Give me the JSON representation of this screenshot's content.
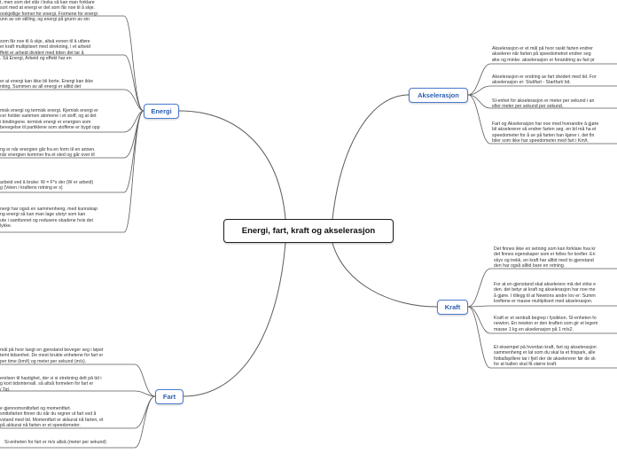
{
  "center": {
    "label": "Energi, fart, kraft og akselerasjon"
  },
  "topics": {
    "energi": {
      "label": "Energi",
      "notes": [
        [
          "t, men som det står i boka så kan man forklare",
          "sort med at energi er det som får noe til å skje.",
          "orskjellige former for energi. Formene for energi",
          "unn av sin stilling, og energi på grunn av sin"
        ],
        [
          "som får noe til å skje, altså evnen til å utføre",
          "er kraft multiplisert med strekning, i et arbeid",
          "ffekt er arbeid dividert med tiden det tar å",
          ". Så Energi, Arbeid og effekt har en"
        ],
        [
          "er at energi kan ikke bli borte. Energi kan ikke",
          "nting. Summen av all energi er alltid det"
        ],
        [
          "misk energi og termisk energi. Kjemisk energi er",
          "cer holder sammen atomene i et stoff, og at det",
          "i bindingene. termisk energi er energien som",
          "bevegelse til partiklene som stoffene er bygd opp"
        ],
        [
          "ng er når energien går fra en form til en annen.",
          " når energien kommer fra et sted og går over til"
        ],
        [
          "arbeid ved å bruke:  W = F*s der (W er arbeid)",
          "g (Veien i kraftens retning er s)"
        ],
        [
          "nergi har også en sammenheng, med kunnskap",
          "ng energi så kan man lage utstyr som kan",
          "ute i samfunnet og redusere skadene hvis det",
          "lykke."
        ]
      ]
    },
    "fart": {
      "label": "Fart",
      "notes": [
        [
          " mål på hvor langt en gjenstand beveger seg i løpet",
          "temt tidsenhet. De mest brukte enhetene for fart er",
          " per time (km/t) og meter per sekund (m/s)."
        ],
        [
          "erelsen til hastighet, der vi si strekning delt på tid i",
          "g kort tidsintervall. så altså formelen for fart er",
          "/ Tid."
        ],
        [
          "e gjennomsnittsfart og momentfart.",
          "snittsfarten finner du når du regner ut fart ved å",
          "vstand med tid. Momentfart er akkurat nå farten, et",
          " på akkurat nå farten er et speedometer."
        ],
        [
          "Si-enheten for fart er m/s altså (meter per sekund)"
        ]
      ]
    },
    "akselerasjon": {
      "label": "Akselerasjon",
      "notes": [
        [
          "Akselerasjon er et mål på hvor raskt farten endrer",
          "akselerer når farten på speedometret endrer seg",
          "øke og minke. akselerasjon er forandring av fart pr"
        ],
        [
          "Akselerasjon er endring av fart dividert med tid. For",
          "akselerasjon er: Sluttfart - Startfart/ tid."
        ],
        [
          "SI-enhet for akselerasjon er meter per sekund i an",
          "eller meter per sekund per sekund."
        ],
        [
          "Fart og Akselerasjon har noe med hverandre å gjøre",
          "bil akselererer så endrer farten seg. en bil må ha et",
          "speedometer for å se på farten han kjører i. det fin",
          "biler som ikke har speedometer med fart i Km/t."
        ]
      ]
    },
    "kraft": {
      "label": "Kraft",
      "notes": [
        [
          "Det finnes ikke en setning som kan forklare hva kr",
          "det finnes egenskaper som er felles for krefter. En",
          "skyv og trekk, en kraft har alltid med to gjenstand",
          "den har også alltid bare en retning."
        ],
        [
          "For at en gjenstand skal akselerere må det virke e",
          "den. det betyr at kraft og akselerasjon har noe me",
          "å gjøre. I tillegg til at Newtons andre lov er: Summ",
          "kreftene er masse multiplisert med akselerasjon."
        ],
        [
          "Kraft er et sentralt begrep i fysikken. SI-enheten fo",
          "newton. En newton er den kraften som gir et legem",
          "masse 1 kg en akselerasjon på 1 m/s2."
        ],
        [
          "Et eksempel på hvordan kraft, fart og akselerasjon",
          "sammenheng er lat som du skal ta et frispark, alle",
          "fotballspillere tar i fjell der de akselererer før de sk",
          "for at ballen skal få større kraft."
        ]
      ]
    }
  },
  "colors": {
    "line": "#5a5a5a",
    "accent": "#4a7bd0",
    "topic_text": "#2a5db0"
  }
}
